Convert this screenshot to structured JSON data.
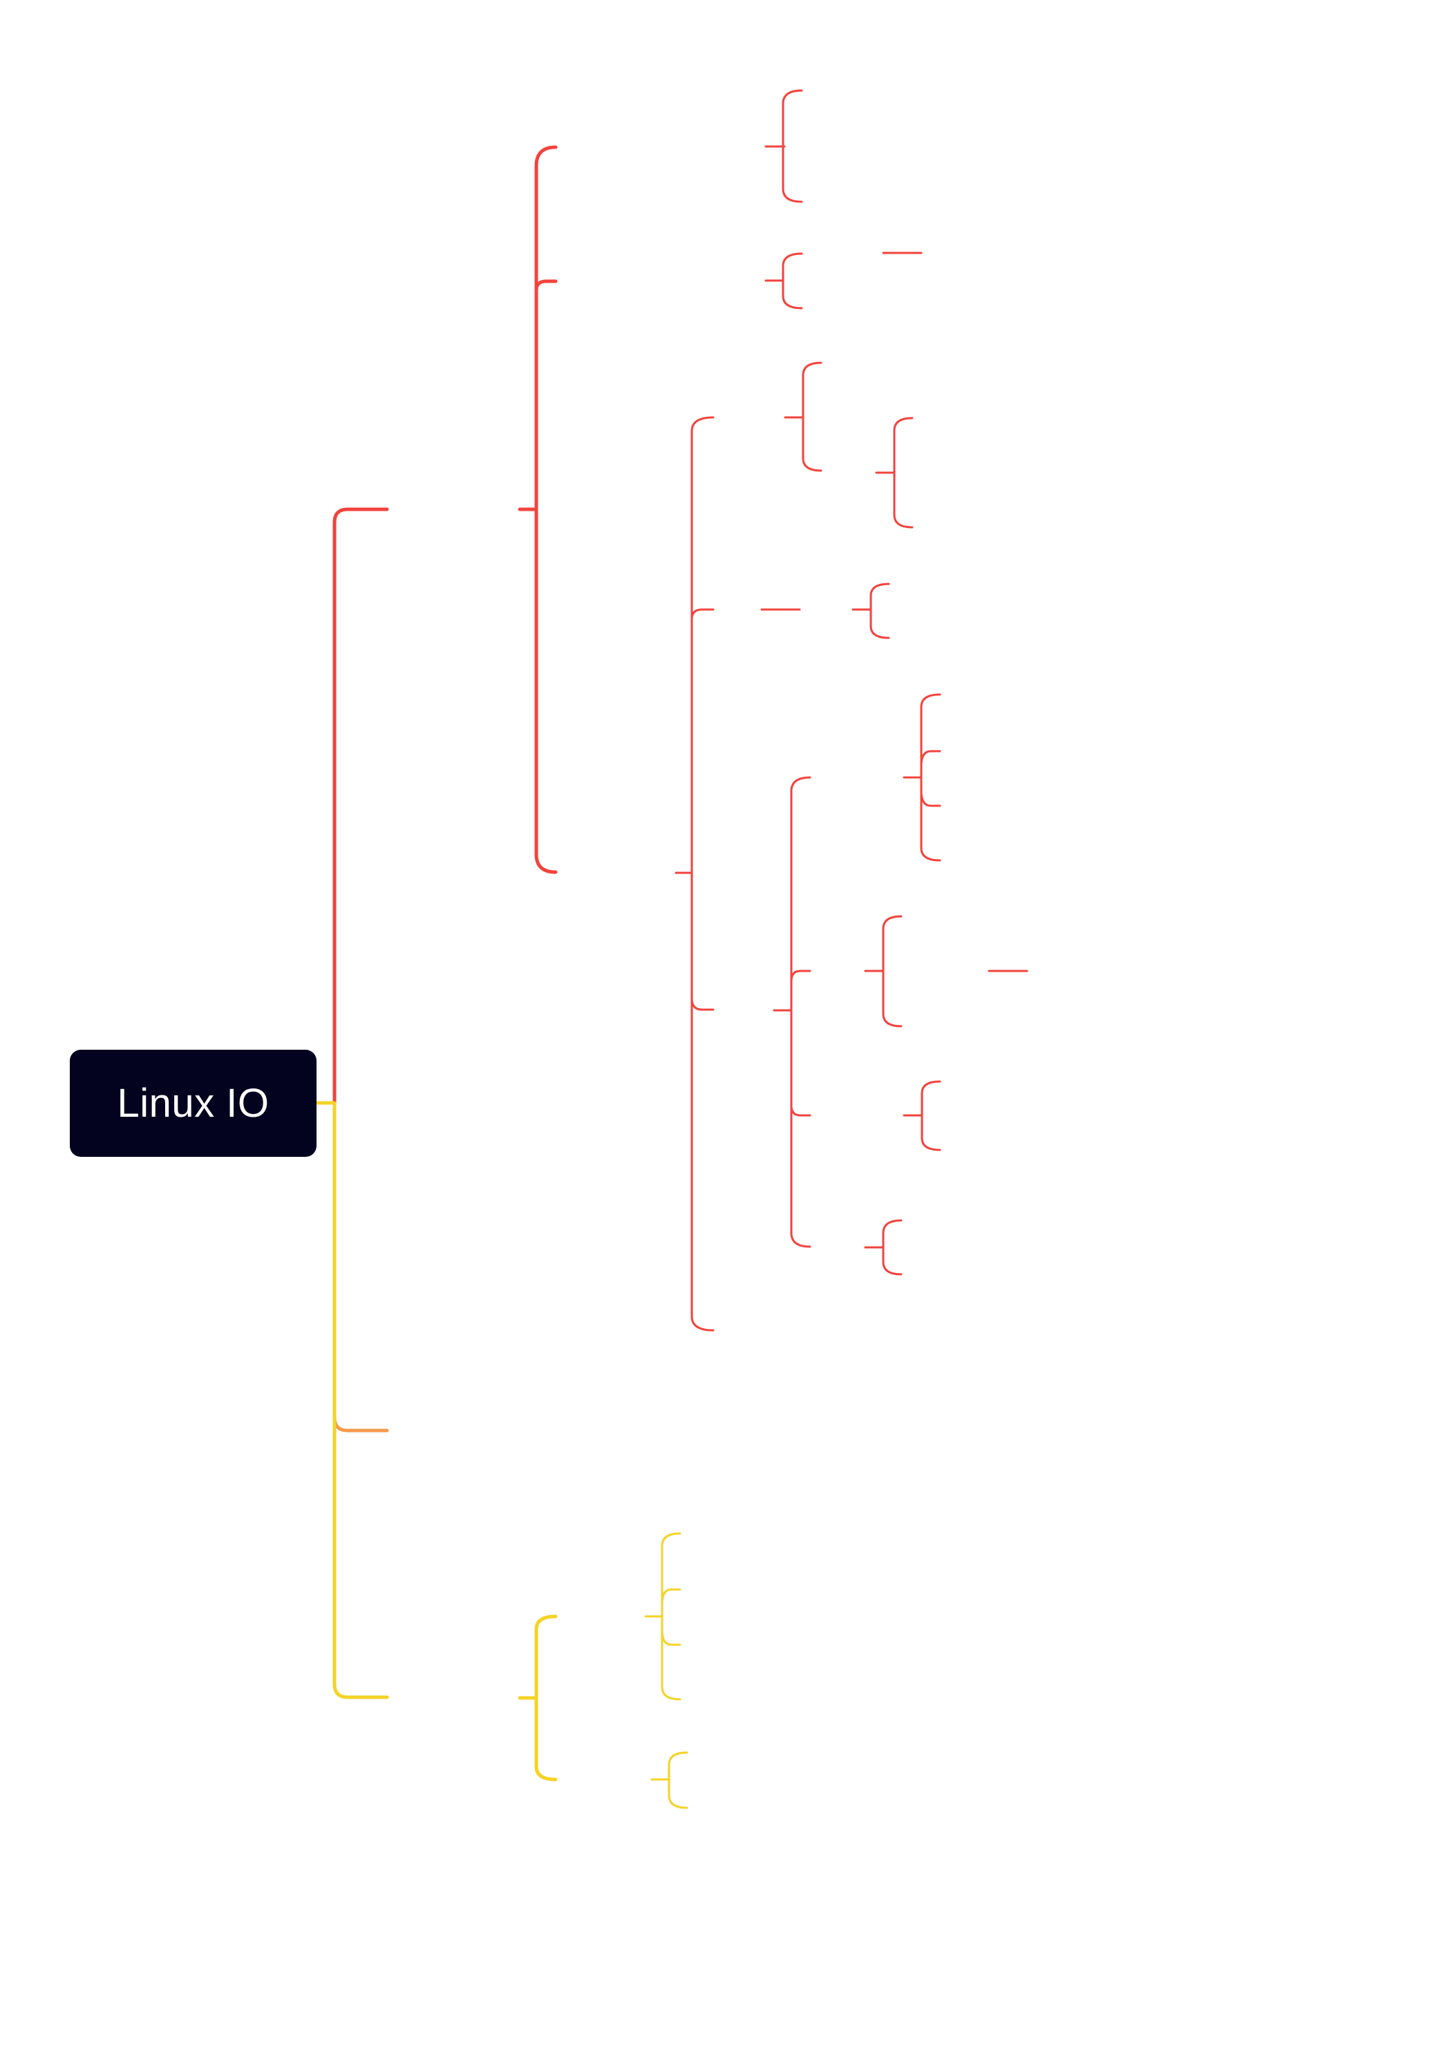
{
  "root": {
    "label": "Linux IO",
    "background": "#03021f",
    "text_color": "#ffffff"
  },
  "branch_colors": {
    "branch_1": "#f2433d",
    "branch_2": "#f59a4d",
    "branch_3": "#f5d326"
  },
  "branches": [
    {
      "color_key": "branch_1",
      "label": "",
      "children": []
    },
    {
      "color_key": "branch_2",
      "label": "",
      "children": []
    },
    {
      "color_key": "branch_3",
      "label": "",
      "children": []
    }
  ]
}
